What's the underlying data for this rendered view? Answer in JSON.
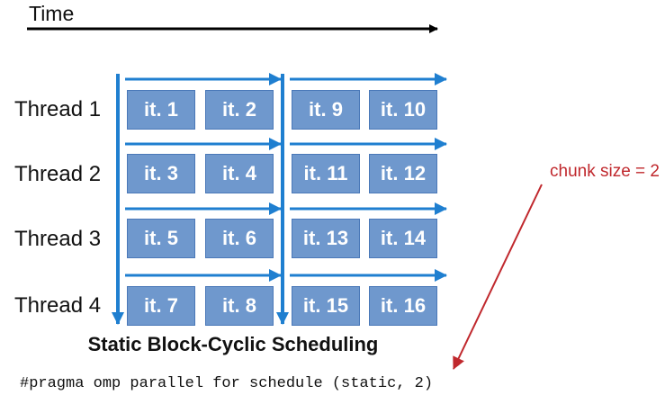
{
  "time_label": "Time",
  "threads": [
    {
      "label": "Thread 1",
      "iterations": [
        "it. 1",
        "it. 2",
        "it. 9",
        "it. 10"
      ]
    },
    {
      "label": "Thread 2",
      "iterations": [
        "it. 3",
        "it. 4",
        "it. 11",
        "it. 12"
      ]
    },
    {
      "label": "Thread 3",
      "iterations": [
        "it. 5",
        "it. 6",
        "it. 13",
        "it. 14"
      ]
    },
    {
      "label": "Thread 4",
      "iterations": [
        "it. 7",
        "it. 8",
        "it. 15",
        "it. 16"
      ]
    }
  ],
  "title": "Static Block-Cyclic Scheduling",
  "pragma": "#pragma omp parallel for schedule (static, 2)",
  "annotation": "chunk size = 2",
  "colors": {
    "box": "#6f98cd",
    "arrow": "#1f7fd0",
    "annotation": "#c0282d",
    "time_arrow": "#000000"
  }
}
